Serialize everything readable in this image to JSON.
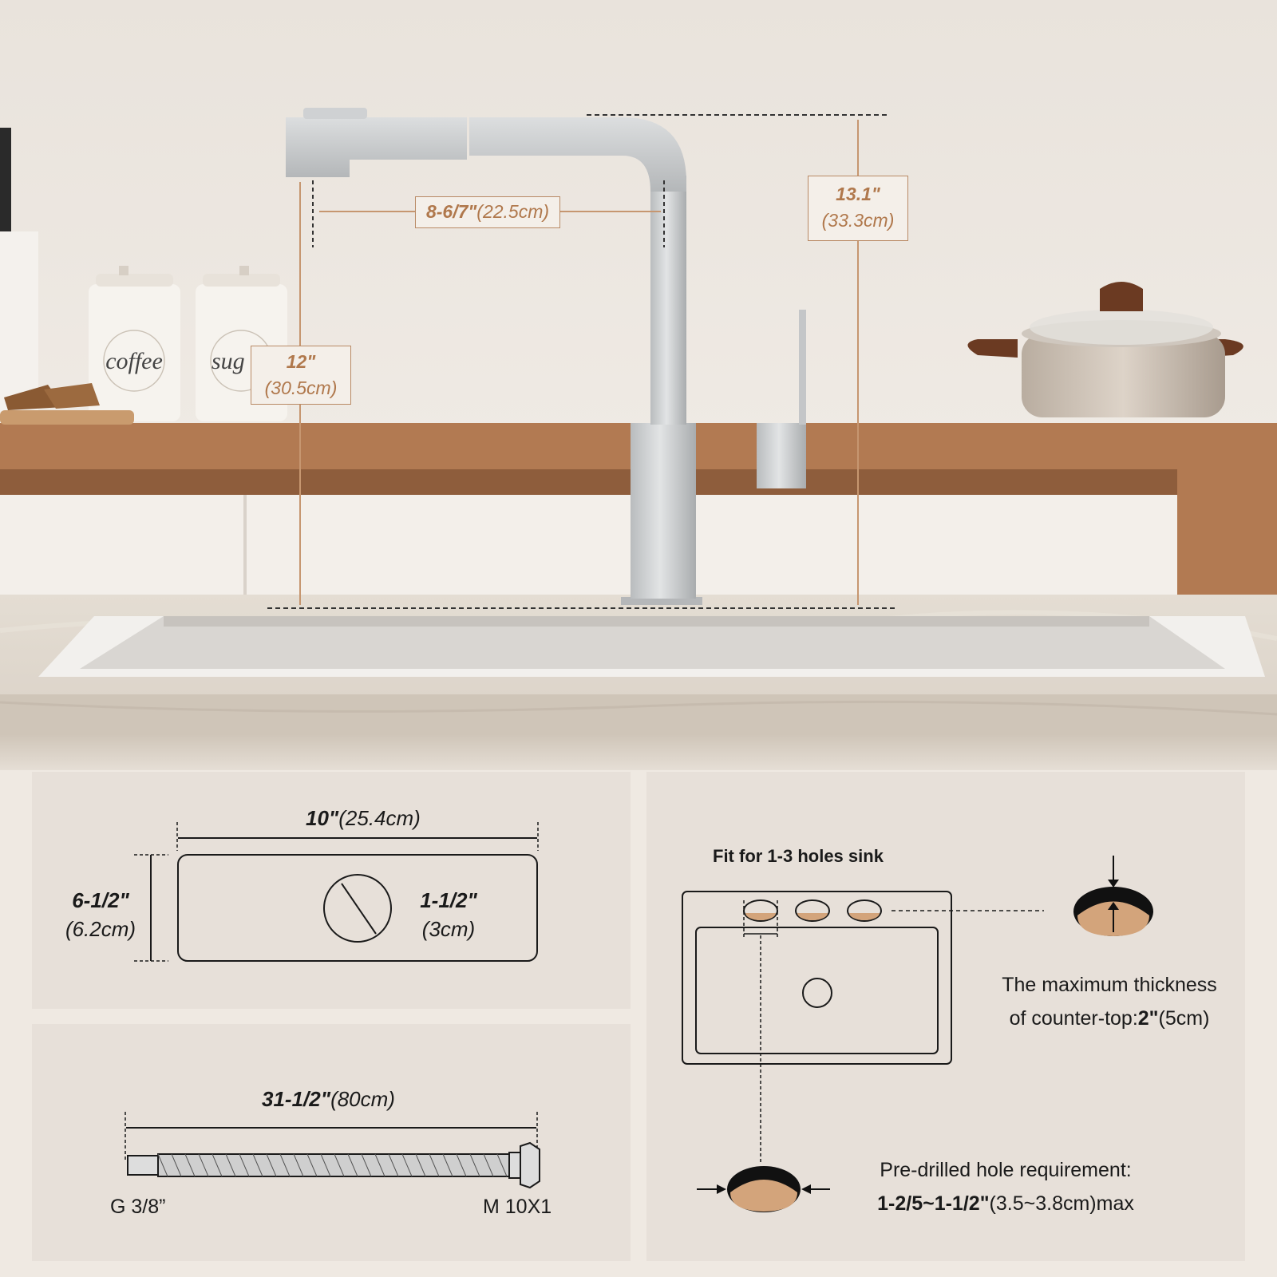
{
  "photo": {
    "canister_labels": [
      "coffee",
      "sug"
    ],
    "faucet": {
      "spout_length": {
        "inch": "8-6/7\"",
        "cm": "(22.5cm)"
      },
      "total_height": {
        "inch": "13.1\"",
        "cm": "(33.3cm)"
      },
      "spout_height": {
        "inch": "12\"",
        "cm": "(30.5cm)"
      }
    },
    "colors": {
      "wall": "#ebe5de",
      "shelf": "#b27a52",
      "dimension": "#b0784c",
      "chrome": "#c9cbcc"
    }
  },
  "base_plate": {
    "width": {
      "inch": "10\"",
      "cm": "(25.4cm)"
    },
    "depth": {
      "inch": "6-1/2\"",
      "cm": "(6.2cm)"
    },
    "hole": {
      "inch": "1-1/2\"",
      "cm": "(3cm)"
    }
  },
  "hose": {
    "length": {
      "inch": "31-1/2\"",
      "cm": "(80cm)"
    },
    "left_thread": "G 3/8”",
    "right_thread": "M 10X1"
  },
  "sink": {
    "title": "Fit for 1-3 holes sink",
    "thickness_line1": "The maximum thickness",
    "thickness_line2_prefix": "of counter-top:",
    "thickness_value": "2\"",
    "thickness_cm": "(5cm)",
    "hole_req_line1": "Pre-drilled hole requirement:",
    "hole_req_value": "1-2/5~1-1/2\"",
    "hole_req_cm": "(3.5~3.8cm)max"
  }
}
